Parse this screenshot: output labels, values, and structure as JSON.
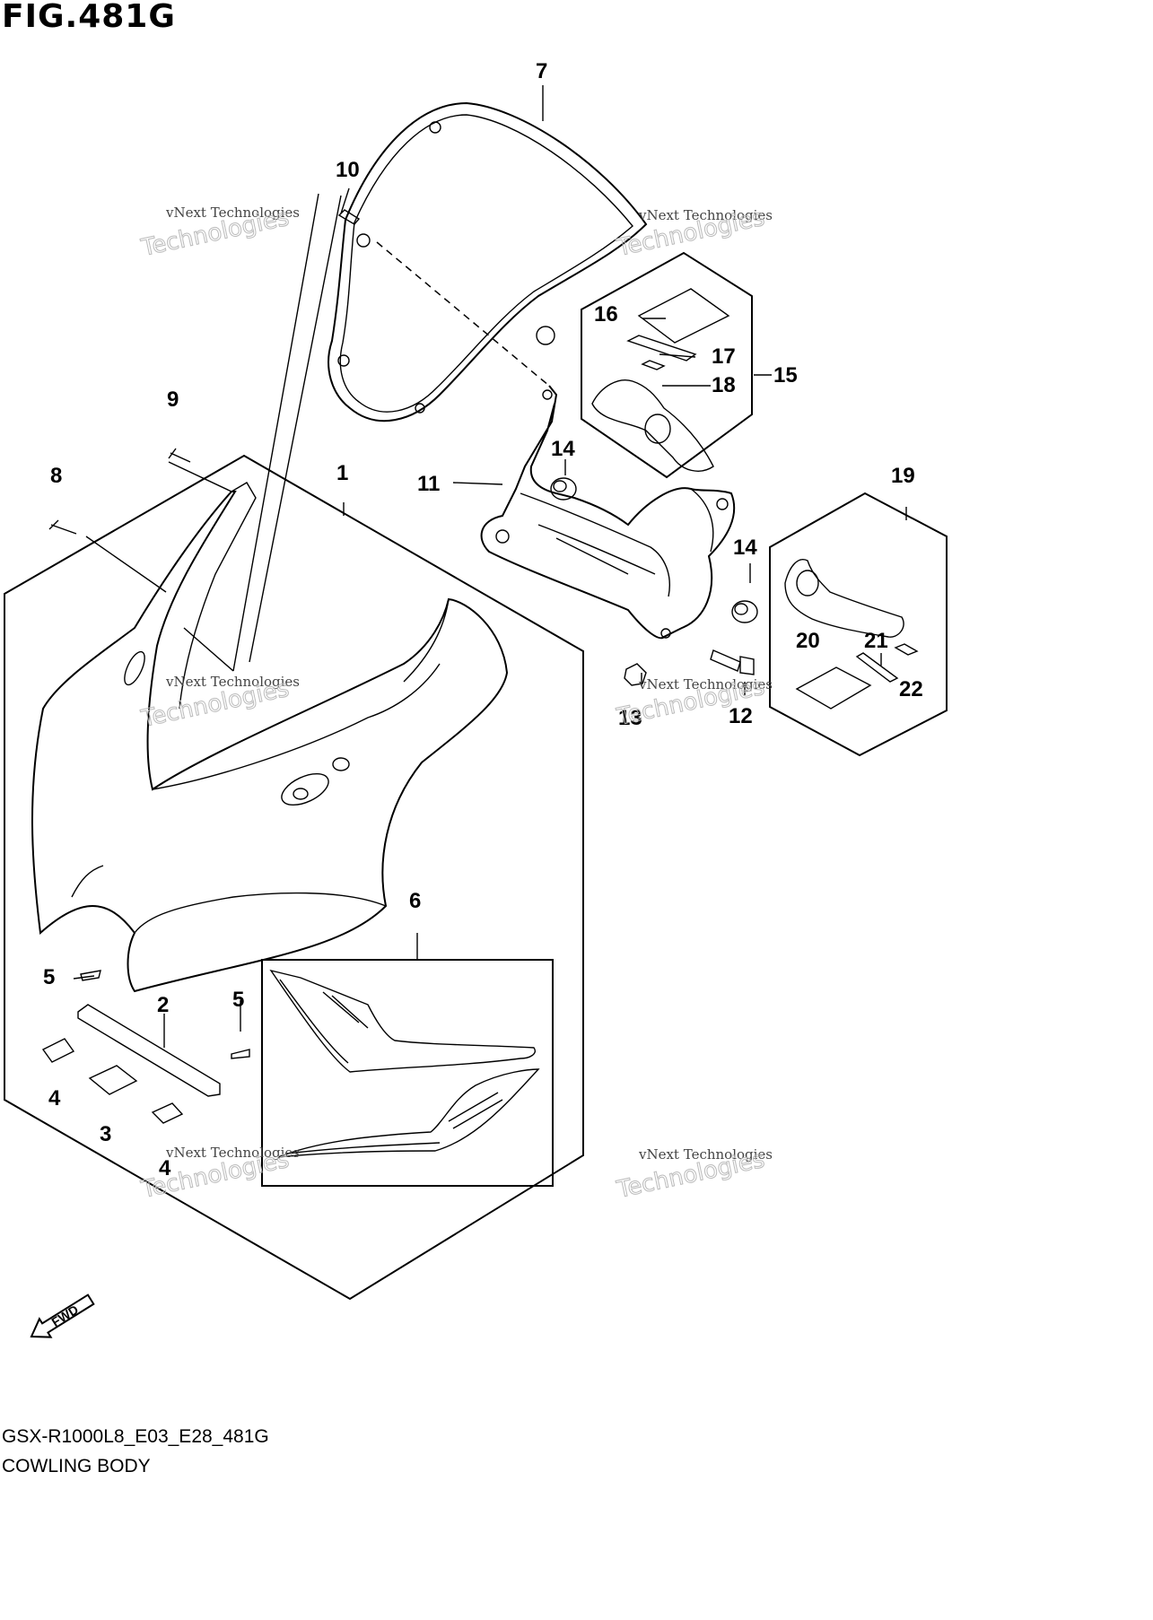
{
  "figure": {
    "title": "FIG.481G",
    "code": "GSX-R1000L8_E03_E28_481G",
    "name": "COWLING BODY"
  },
  "callouts": [
    "1",
    "2",
    "3",
    "4",
    "4",
    "5",
    "5",
    "6",
    "7",
    "8",
    "9",
    "10",
    "11",
    "12",
    "13",
    "14",
    "14",
    "15",
    "16",
    "17",
    "18",
    "19",
    "20",
    "21",
    "22"
  ],
  "watermark": {
    "line1": "vNext Technologies",
    "line2": "Technologies"
  },
  "fwd_label": "FWD"
}
